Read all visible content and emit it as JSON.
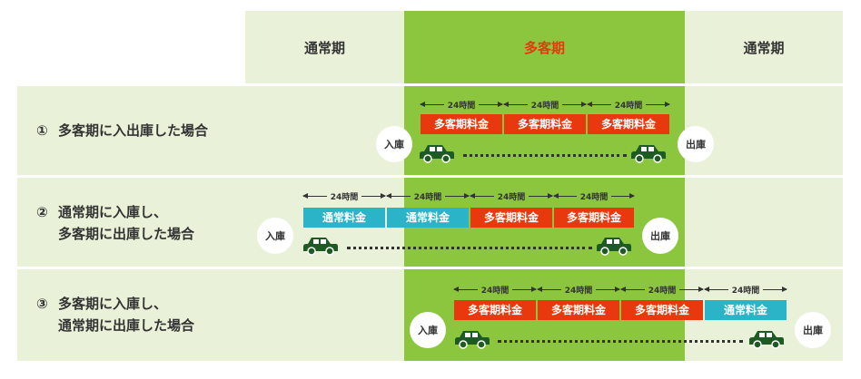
{
  "header": {
    "normal_left": "通常期",
    "peak": "多客期",
    "normal_right": "通常期"
  },
  "duration": "24時間",
  "fees": {
    "peak": "多客期料金",
    "normal": "通常料金"
  },
  "labels": {
    "in": "入庫",
    "out": "出庫"
  },
  "rows": [
    {
      "num": "①",
      "line1": "多客期に入出庫した場合",
      "line2": ""
    },
    {
      "num": "②",
      "line1": "通常期に入庫し、",
      "line2": "多客期に出庫した場合"
    },
    {
      "num": "③",
      "line1": "多客期に入庫し、",
      "line2": "通常期に出庫した場合"
    }
  ],
  "colors": {
    "light": "#e9f2d9",
    "green": "#8cc63f",
    "peak_fee": "#e8380d",
    "normal_fee": "#2bb4c8",
    "car": "#1e5a24"
  }
}
